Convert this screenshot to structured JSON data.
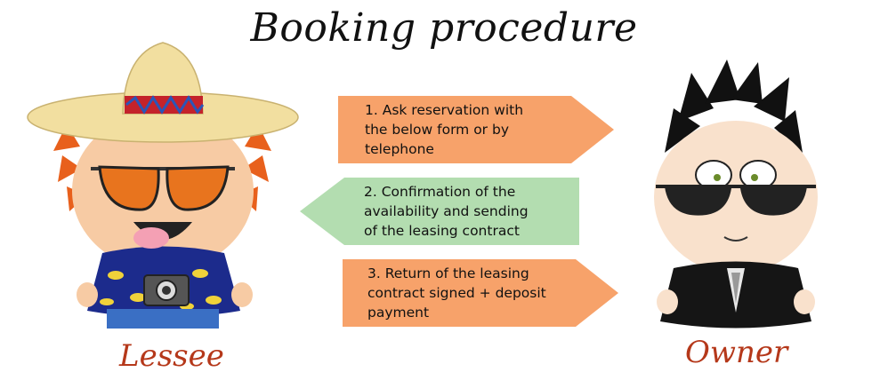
{
  "title": "Booking procedure",
  "steps": [
    {
      "lines": [
        "1. Ask reservation with",
        "the below form or by",
        "telephone"
      ],
      "direction": "right",
      "color": "#f7a26a"
    },
    {
      "lines": [
        "2. Confirmation of the",
        "availability and sending",
        "of the leasing contract"
      ],
      "direction": "left",
      "color": "#b3ddb0"
    },
    {
      "lines": [
        "3. Return of the leasing",
        "contract signed + deposit",
        "payment"
      ],
      "direction": "right",
      "color": "#f7a26a"
    }
  ],
  "lessee_label": "Lessee",
  "owner_label": "Owner",
  "colors": {
    "label": "#b5381a"
  },
  "icons": [
    "sombrero-hat-icon",
    "sunglasses-icon",
    "camera-icon",
    "lessee-avatar-icon",
    "owner-avatar-icon"
  ]
}
